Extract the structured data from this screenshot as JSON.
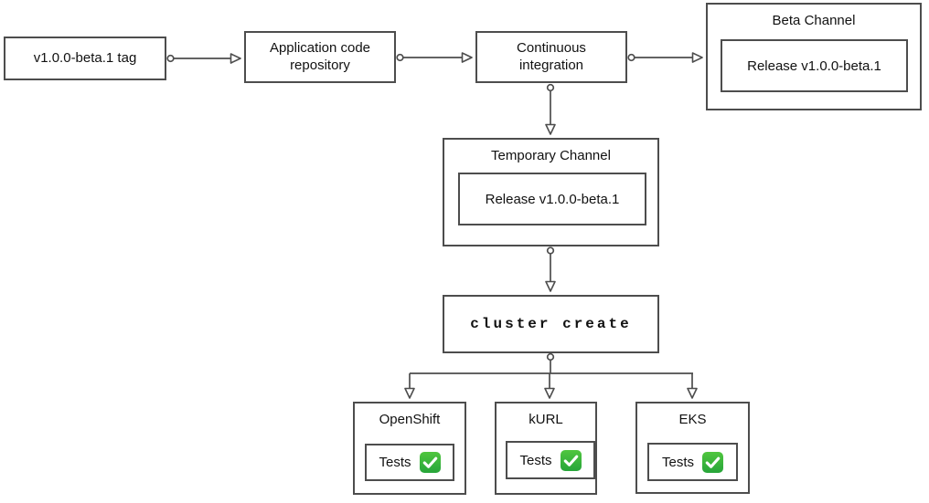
{
  "diagram": {
    "type": "flowchart",
    "nodes": {
      "tag": {
        "label": "v1.0.0-beta.1 tag"
      },
      "repo": {
        "label": "Application code repository"
      },
      "ci": {
        "label": "Continuous integration"
      },
      "beta_channel": {
        "title": "Beta Channel",
        "release_label": "Release v1.0.0-beta.1"
      },
      "temporary_channel": {
        "title": "Temporary Channel",
        "release_label": "Release v1.0.0-beta.1"
      },
      "cluster_create": {
        "label": "cluster create"
      }
    },
    "clusters": [
      {
        "title": "OpenShift",
        "tests_label": "Tests",
        "status_icon": "check-mark-button"
      },
      {
        "title": "kURL",
        "tests_label": "Tests",
        "status_icon": "check-mark-button"
      },
      {
        "title": "EKS",
        "tests_label": "Tests",
        "status_icon": "check-mark-button"
      }
    ],
    "edges": [
      {
        "from": "tag",
        "to": "repo"
      },
      {
        "from": "repo",
        "to": "ci"
      },
      {
        "from": "ci",
        "to": "beta_channel"
      },
      {
        "from": "ci",
        "to": "temporary_channel"
      },
      {
        "from": "temporary_channel",
        "to": "cluster_create"
      },
      {
        "from": "cluster_create",
        "to": "OpenShift"
      },
      {
        "from": "cluster_create",
        "to": "kURL"
      },
      {
        "from": "cluster_create",
        "to": "EKS"
      }
    ],
    "colors": {
      "stroke": "#4d4d4d",
      "node_fill": "#ffffff",
      "text": "#111111",
      "check_green_top": "#50c63e",
      "check_green_bottom": "#27a53a",
      "check_mark": "#ffffff"
    }
  }
}
